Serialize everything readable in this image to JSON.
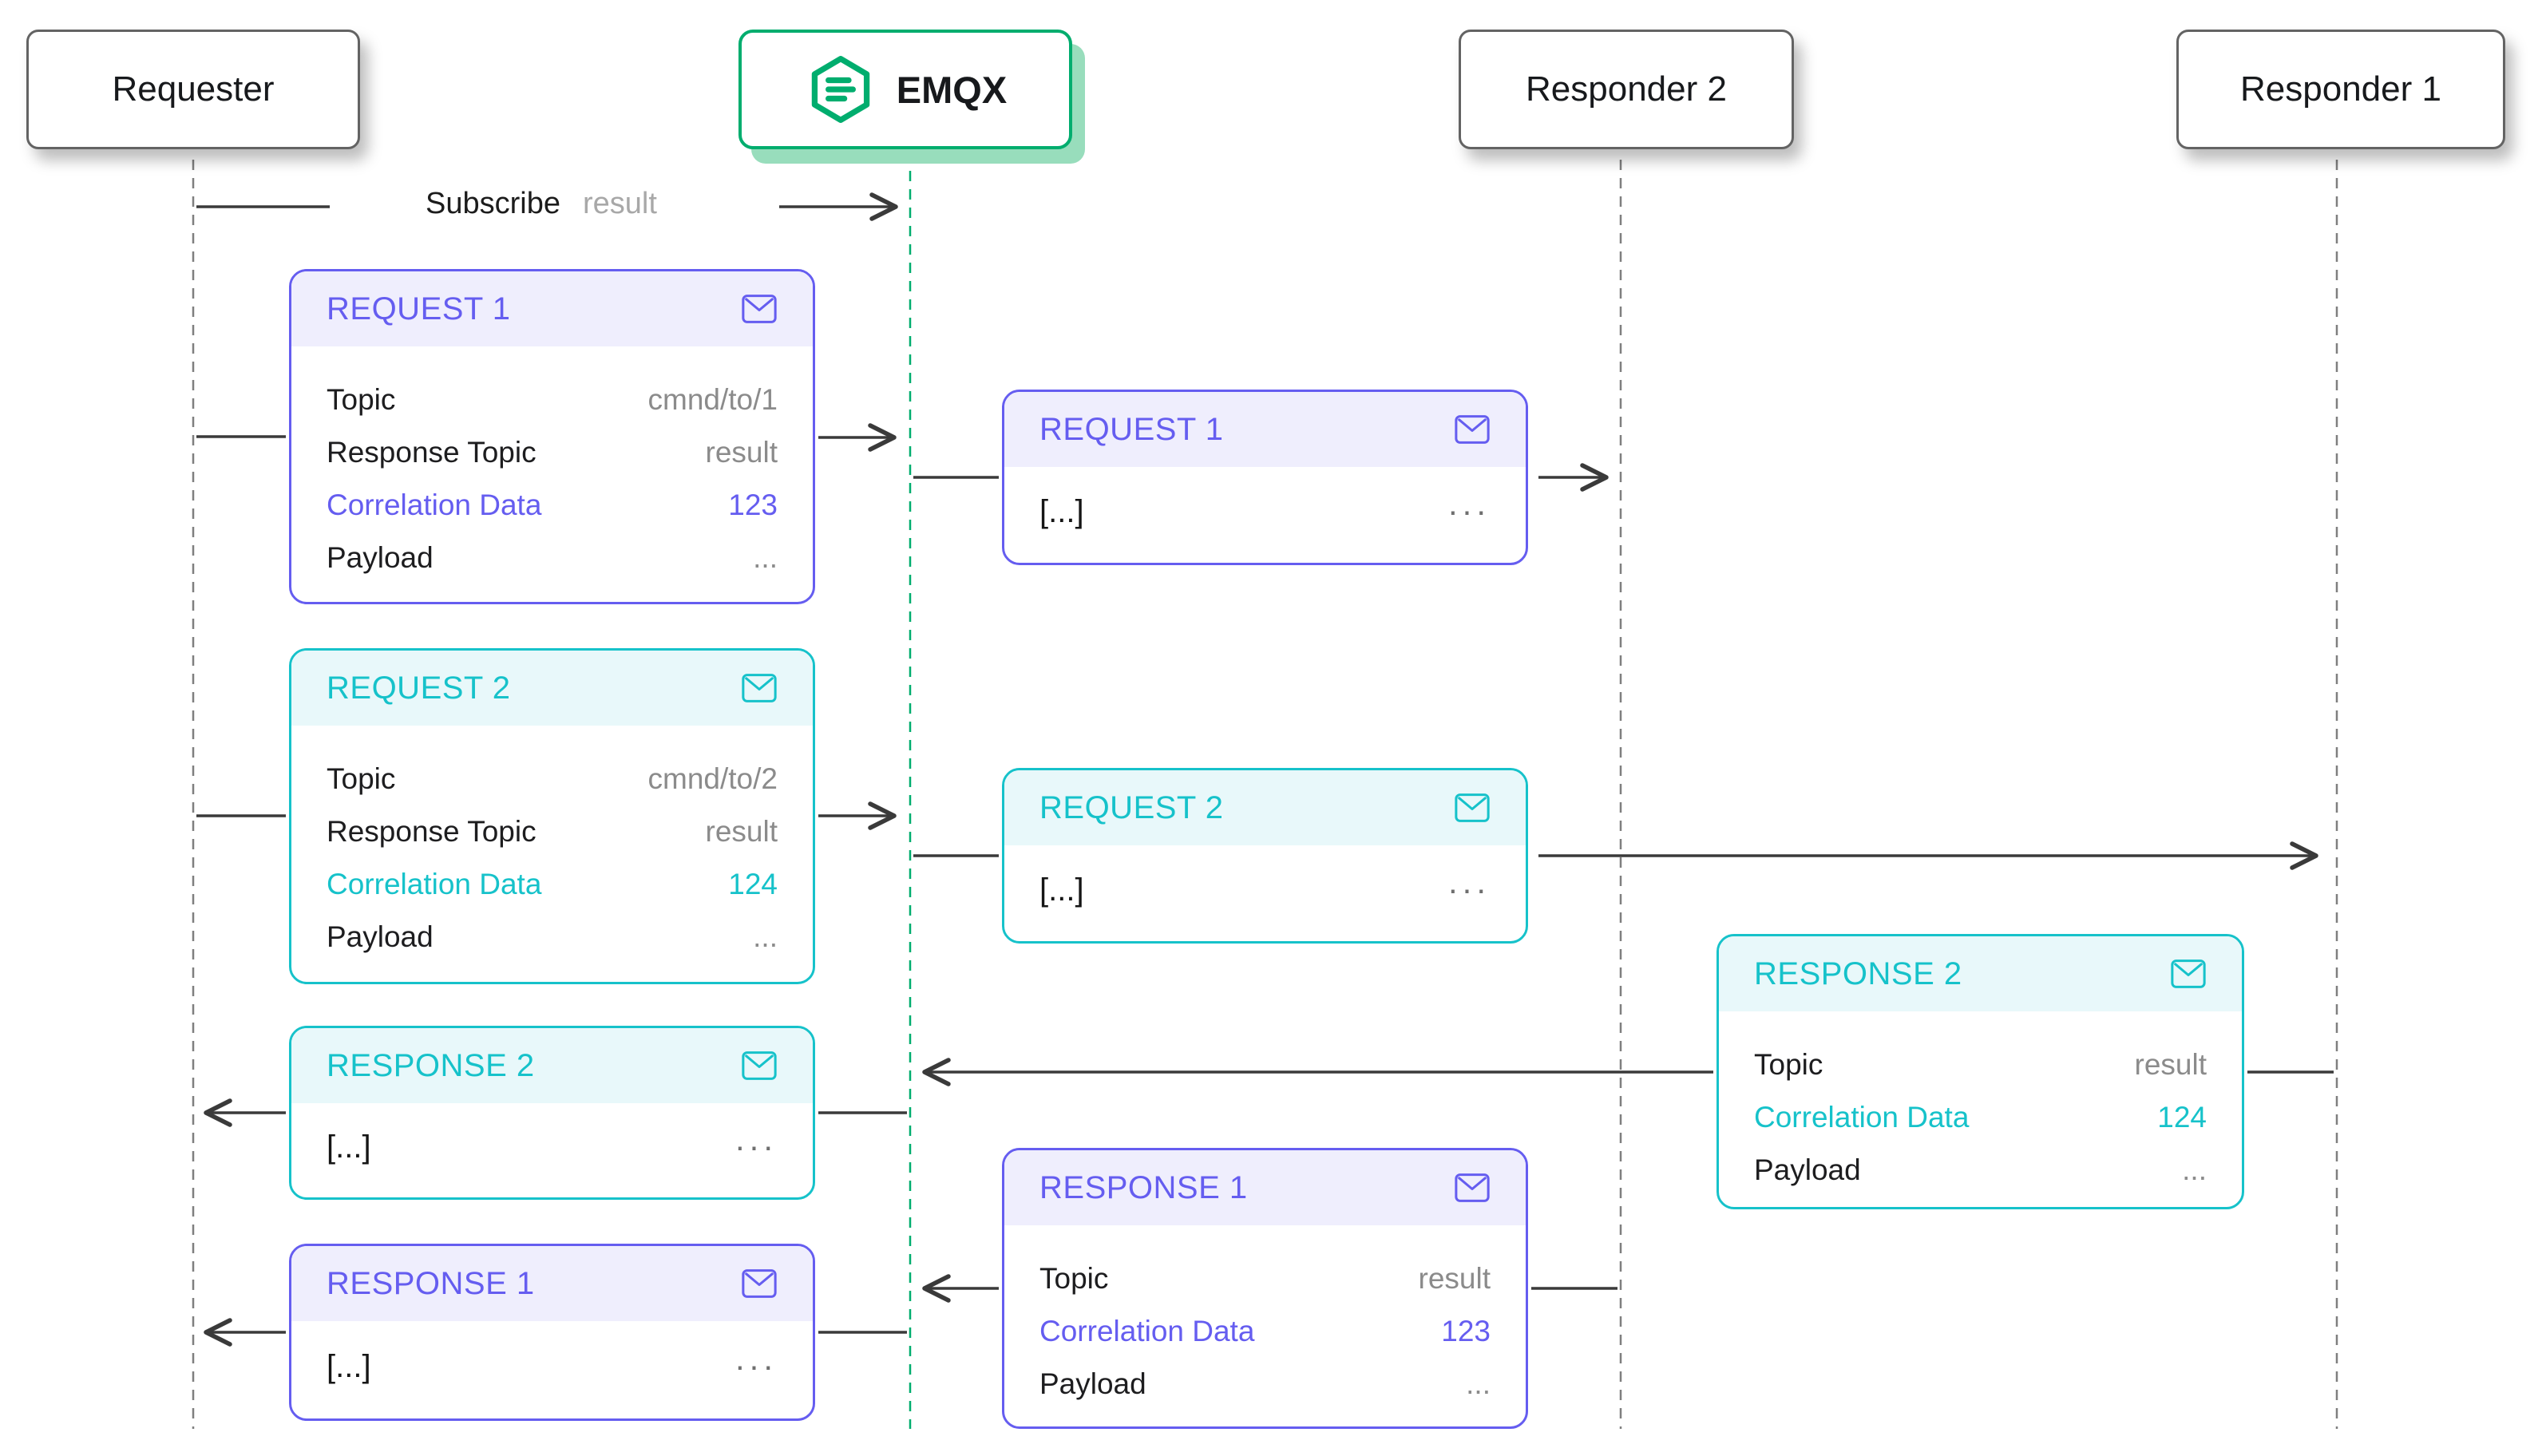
{
  "actors": {
    "requester": {
      "label": "Requester"
    },
    "emqx": {
      "label": "EMQX"
    },
    "responder2": {
      "label": "Responder 2"
    },
    "responder1": {
      "label": "Responder 1"
    }
  },
  "subscribe": {
    "action": "Subscribe",
    "topic": "result"
  },
  "cards": {
    "request1_full": {
      "title": "REQUEST 1",
      "rows": [
        {
          "label": "Topic",
          "value": "cmnd/to/1"
        },
        {
          "label": "Response Topic",
          "value": "result"
        },
        {
          "label": "Correlation Data",
          "value": "123",
          "accent": true
        },
        {
          "label": "Payload",
          "value": "..."
        }
      ]
    },
    "request1_mini": {
      "title": "REQUEST 1",
      "body_left": "[...]",
      "body_right": "..."
    },
    "request2_full": {
      "title": "REQUEST 2",
      "rows": [
        {
          "label": "Topic",
          "value": "cmnd/to/2"
        },
        {
          "label": "Response Topic",
          "value": "result"
        },
        {
          "label": "Correlation Data",
          "value": "124",
          "accent": true
        },
        {
          "label": "Payload",
          "value": "..."
        }
      ]
    },
    "request2_mini": {
      "title": "REQUEST 2",
      "body_left": "[...]",
      "body_right": "..."
    },
    "response2_full": {
      "title": "RESPONSE 2",
      "rows": [
        {
          "label": "Topic",
          "value": "result"
        },
        {
          "label": "Correlation Data",
          "value": "124",
          "accent": true
        },
        {
          "label": "Payload",
          "value": "..."
        }
      ]
    },
    "response2_mini": {
      "title": "RESPONSE 2",
      "body_left": "[...]",
      "body_right": "..."
    },
    "response1_full": {
      "title": "RESPONSE 1",
      "rows": [
        {
          "label": "Topic",
          "value": "result"
        },
        {
          "label": "Correlation Data",
          "value": "123",
          "accent": true
        },
        {
          "label": "Payload",
          "value": "..."
        }
      ]
    },
    "response1_mini": {
      "title": "RESPONSE 1",
      "body_left": "[...]",
      "body_right": "..."
    }
  },
  "colors": {
    "purple": "#655df0",
    "teal": "#16c2ca",
    "green": "#00ad6e",
    "green_shadow": "#98ddbc",
    "arrow": "#3a3a3a"
  },
  "icons": {
    "envelope": "envelope-icon",
    "emqx_logo": "emqx-hexagon-logo-icon"
  }
}
